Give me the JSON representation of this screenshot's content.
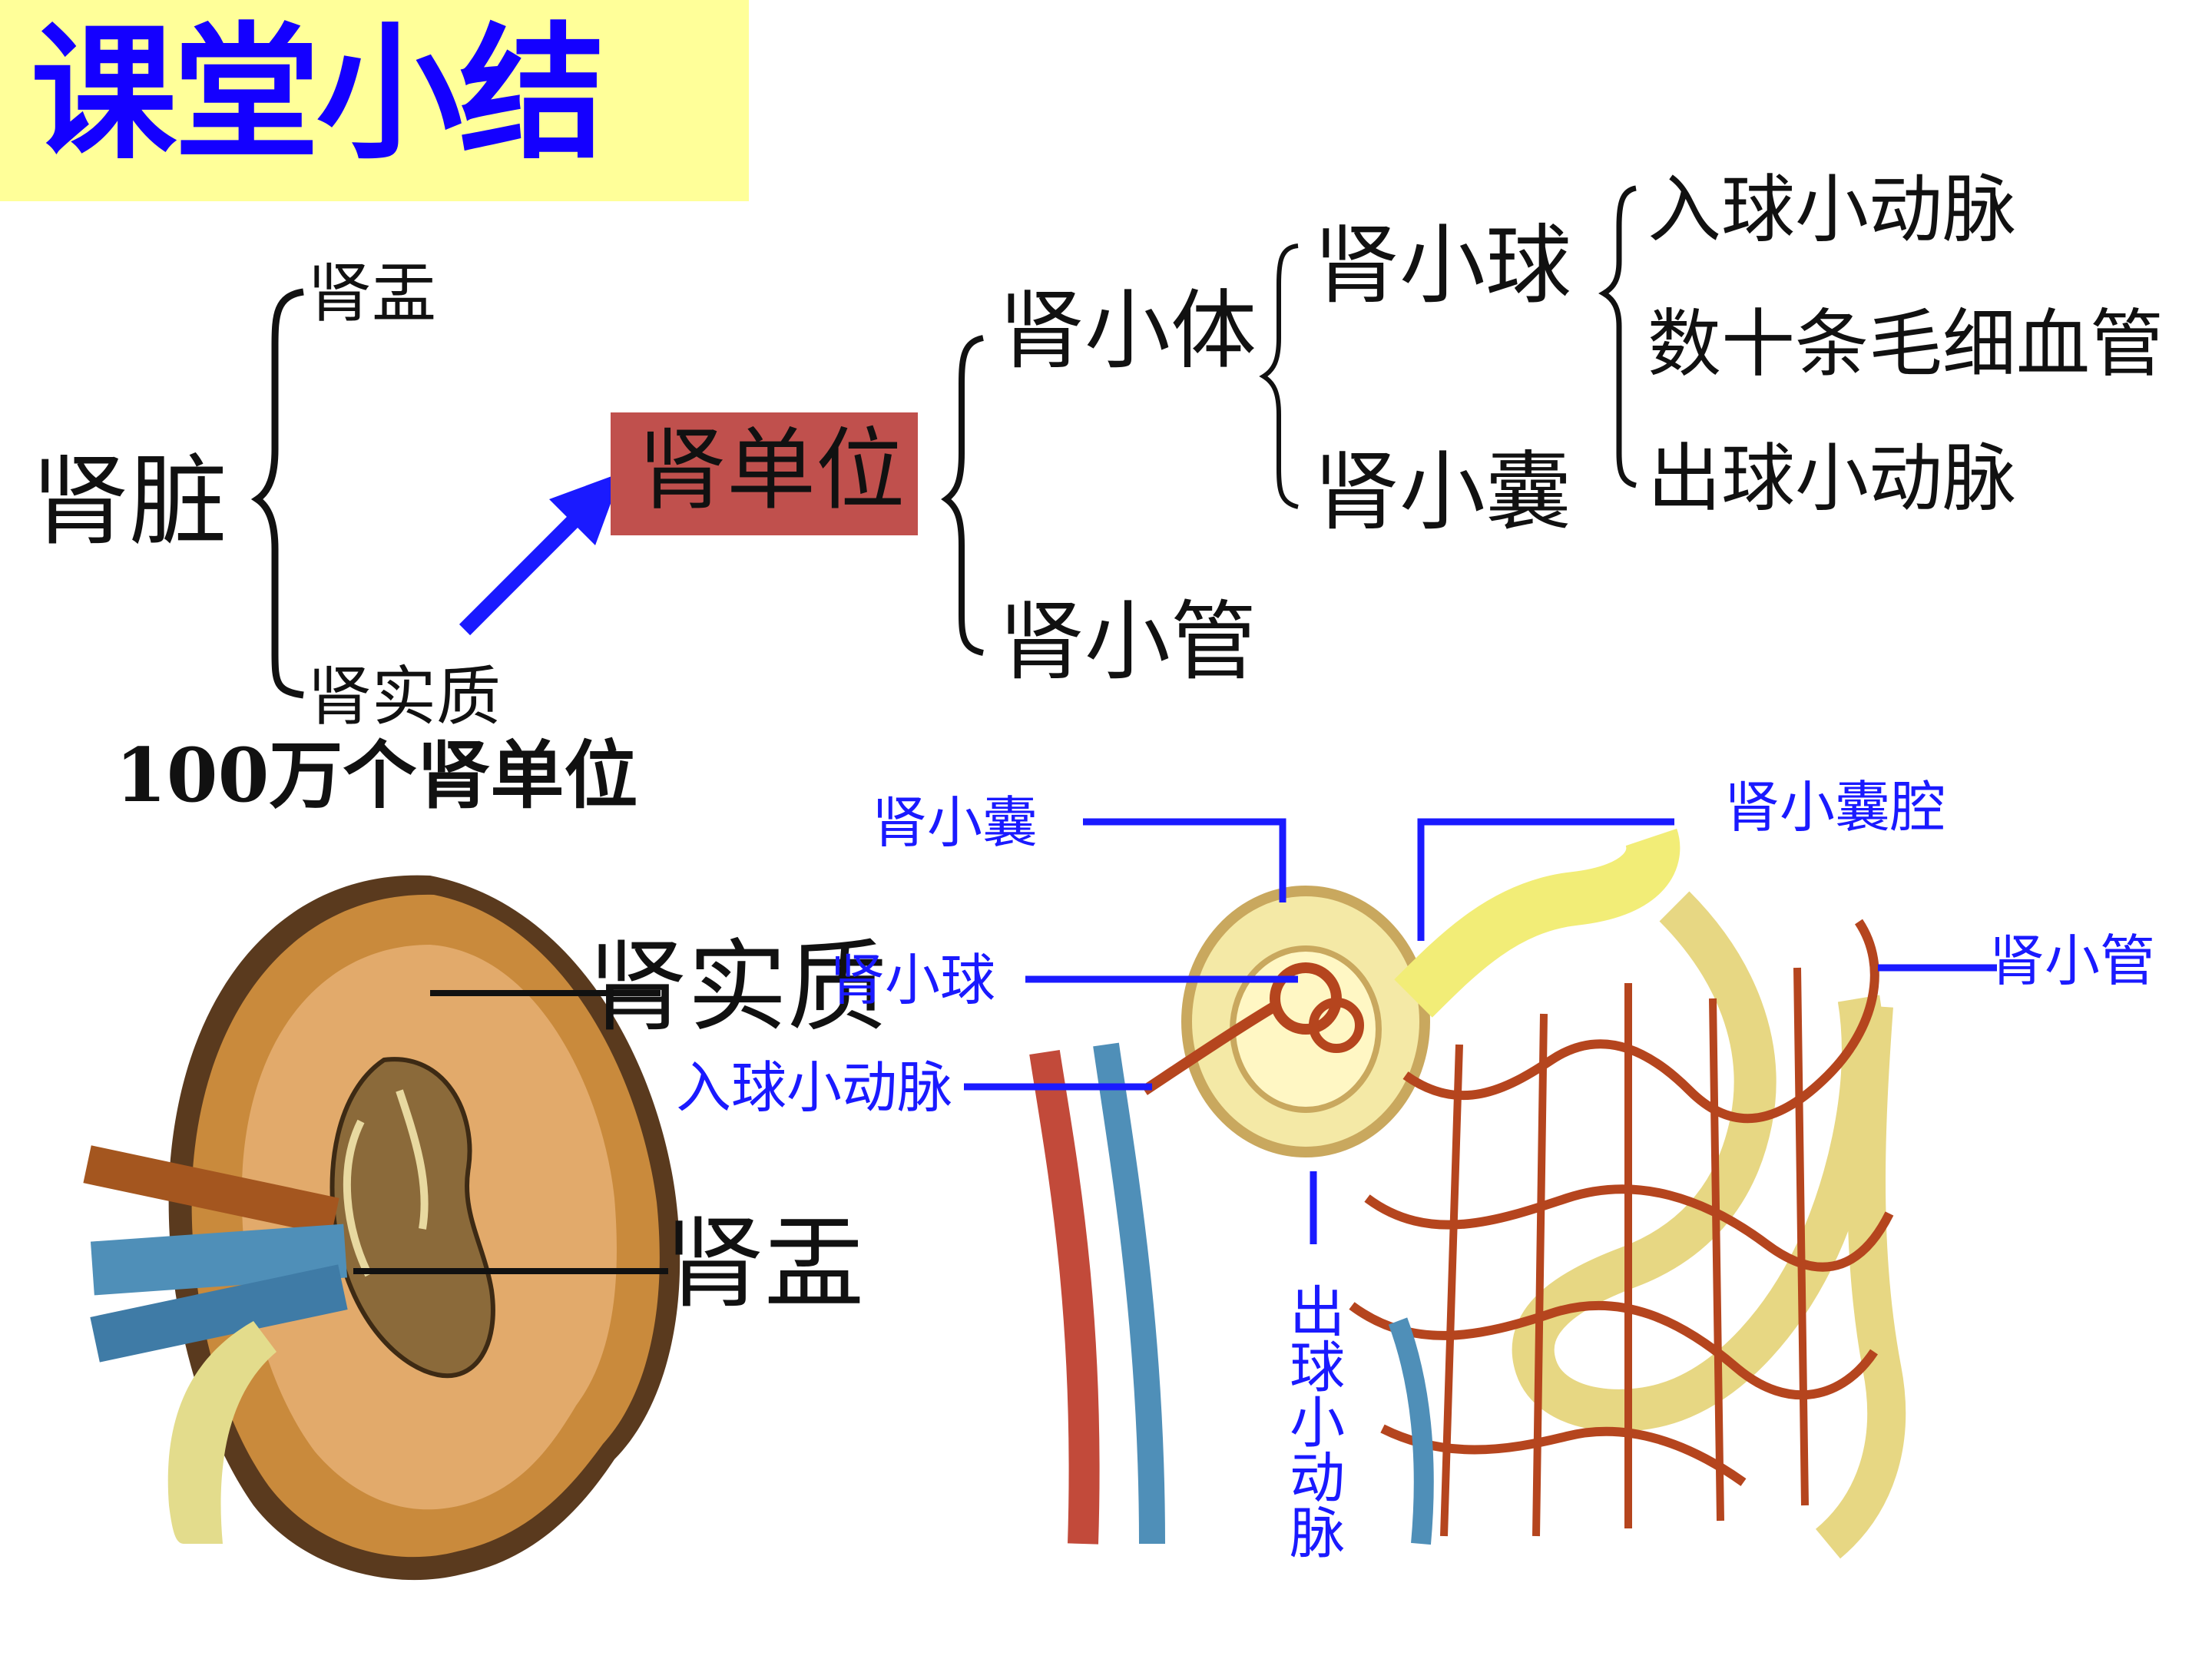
{
  "title": "课堂小结",
  "outline": {
    "kidney": "肾脏",
    "renal_pelvis": "肾盂",
    "renal_parenchyma": "肾实质",
    "nephron": "肾单位",
    "nephron_count": "100万个肾单位",
    "renal_corpuscle": "肾小体",
    "renal_tubule": "肾小管",
    "glomerulus": "肾小球",
    "bowman_capsule": "肾小囊",
    "glomerulus_parts": [
      "入球小动脉",
      "数十条毛细血管",
      "出球小动脉"
    ]
  },
  "colors": {
    "title_bg": "#ffff99",
    "title_text": "#1400ff",
    "nephron_box": "#c0504d",
    "arrow": "#1a1aff",
    "callout_text": "#1a1aff"
  },
  "kidney_figure": {
    "label_parenchyma": "肾实质",
    "label_pelvis": "肾盂"
  },
  "nephron_figure": {
    "label_capsule": "肾小囊",
    "label_capsule_cavity": "肾小囊腔",
    "label_glomerulus": "肾小球",
    "label_tubule": "肾小管",
    "label_afferent": "入球小动脉",
    "label_efferent": "出球小动脉"
  }
}
